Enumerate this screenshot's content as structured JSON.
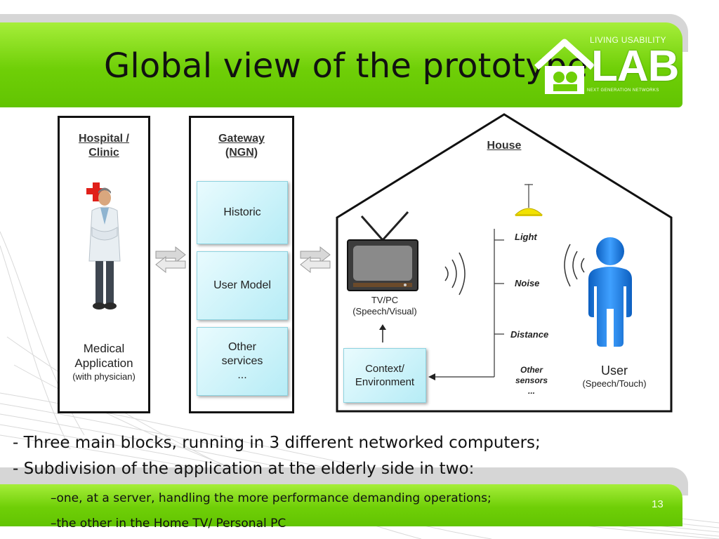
{
  "slide": {
    "title": "Global view of the prototype",
    "page_number": "13"
  },
  "logo": {
    "top_text": "LIVING USABILITY",
    "lab_text": "LAB",
    "bottom_text": "NEXT GENERATION NETWORKS"
  },
  "diagram": {
    "hospital": {
      "title_line1": "Hospital /",
      "title_line2": "Clinic",
      "app_line1": "Medical",
      "app_line2": "Application",
      "app_line3": "(with physician)"
    },
    "gateway": {
      "title_line1": "Gateway",
      "title_line2": "(NGN)",
      "modules": [
        {
          "lines": [
            "Historic"
          ]
        },
        {
          "lines": [
            "User Model"
          ]
        },
        {
          "lines": [
            "Other",
            "services",
            "..."
          ]
        }
      ]
    },
    "house": {
      "title": "House",
      "tv_line1": "TV/PC",
      "tv_line2": "(Speech/Visual)",
      "context_line1": "Context/",
      "context_line2": "Environment",
      "sensors": [
        "Light",
        "Noise",
        "Distance"
      ],
      "other_sensors_line1": "Other",
      "other_sensors_line2": "sensors",
      "other_sensors_line3": "...",
      "user_line1": "User",
      "user_line2": "(Speech/Touch)"
    }
  },
  "bullets": [
    "- Three main blocks, running in 3 different networked computers;",
    "- Subdivision of the application at the elderly side in two:"
  ],
  "sub_bullets": [
    "–one, at a server, handling the more performance demanding operations;",
    "–the other in the Home TV/ Personal PC"
  ],
  "colors": {
    "header_green": "#6fcf07",
    "module_cyan": "#b6ecf6",
    "user_blue": "#1e7fe0",
    "cross_red": "#e0201a",
    "lamp_yellow": "#f2e200"
  }
}
